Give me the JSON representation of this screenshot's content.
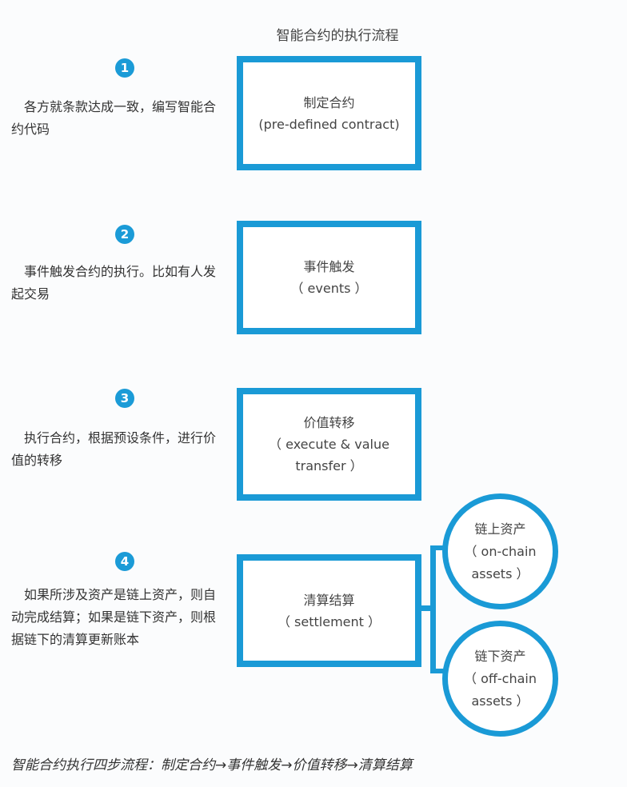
{
  "title": "智能合约的执行流程",
  "colors": {
    "accent": "#1a9ad6",
    "text": "#333333"
  },
  "steps": [
    {
      "number": "1",
      "description": "　各方就条款达成一致，编写智能合约代码",
      "box_title": "制定合约",
      "box_subtitle": "(pre-defined contract)"
    },
    {
      "number": "2",
      "description": "　事件触发合约的执行。比如有人发起交易",
      "box_title": "事件触发",
      "box_subtitle": "（ events ）"
    },
    {
      "number": "3",
      "description": "　执行合约，根据预设条件，进行价值的转移",
      "box_title": "价值转移",
      "box_subtitle": "（ execute & value transfer ）"
    },
    {
      "number": "4",
      "description": "　如果所涉及资产是链上资产，则自动完成结算；如果是链下资产，则根据链下的清算更新账本",
      "box_title": "清算结算",
      "box_subtitle": "（ settlement ）"
    }
  ],
  "branches": [
    {
      "title": "链上资产",
      "subtitle": "（ on-chain assets ）"
    },
    {
      "title": "链下资产",
      "subtitle": "（ off-chain assets ）"
    }
  ],
  "caption": "智能合约执行四步流程：制定合约→事件触发→价值转移→清算结算"
}
